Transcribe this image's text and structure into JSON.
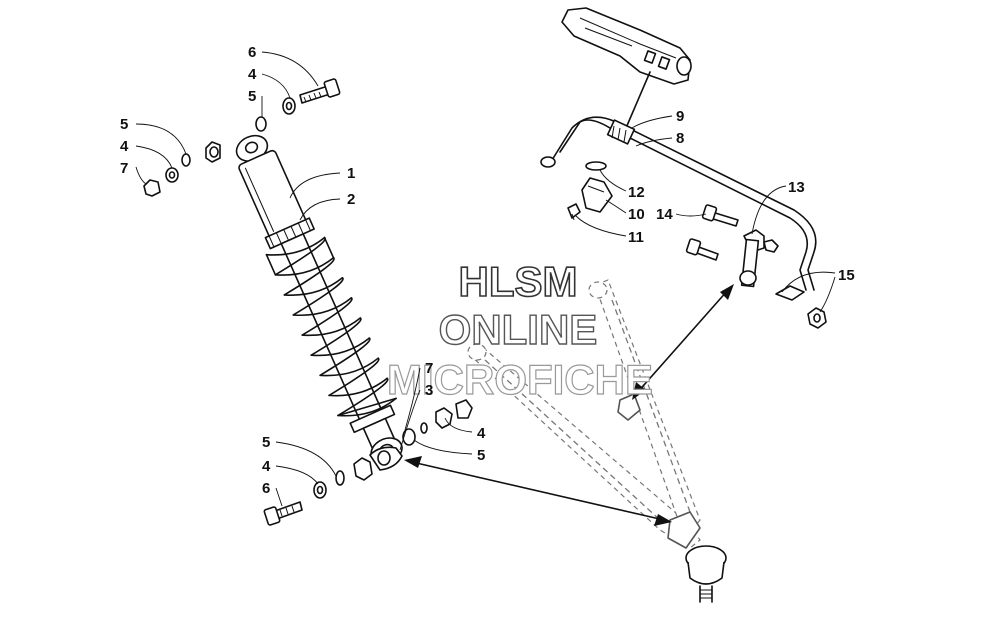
{
  "watermark": {
    "line1": "HLSM",
    "line2": "ONLINE",
    "line3": "MICROFICHE"
  },
  "callouts": {
    "c1": "1",
    "c2": "2",
    "c3": "3",
    "c4_top": "4",
    "c4_left": "4",
    "c4_right": "4",
    "c4_bottom": "4",
    "c5_top": "5",
    "c5_left": "5",
    "c5_right": "5",
    "c5_bottom": "5",
    "c6_top": "6",
    "c6_bottom": "6",
    "c7_left": "7",
    "c7_lower": "7",
    "c8": "8",
    "c9": "9",
    "c10": "10",
    "c11": "11",
    "c12": "12",
    "c13": "13",
    "c14": "14",
    "c15": "15"
  },
  "colors": {
    "line": "#111111",
    "watermark_fill": "#ffffff",
    "watermark_stroke": "#333333",
    "dashed": "#777777"
  }
}
